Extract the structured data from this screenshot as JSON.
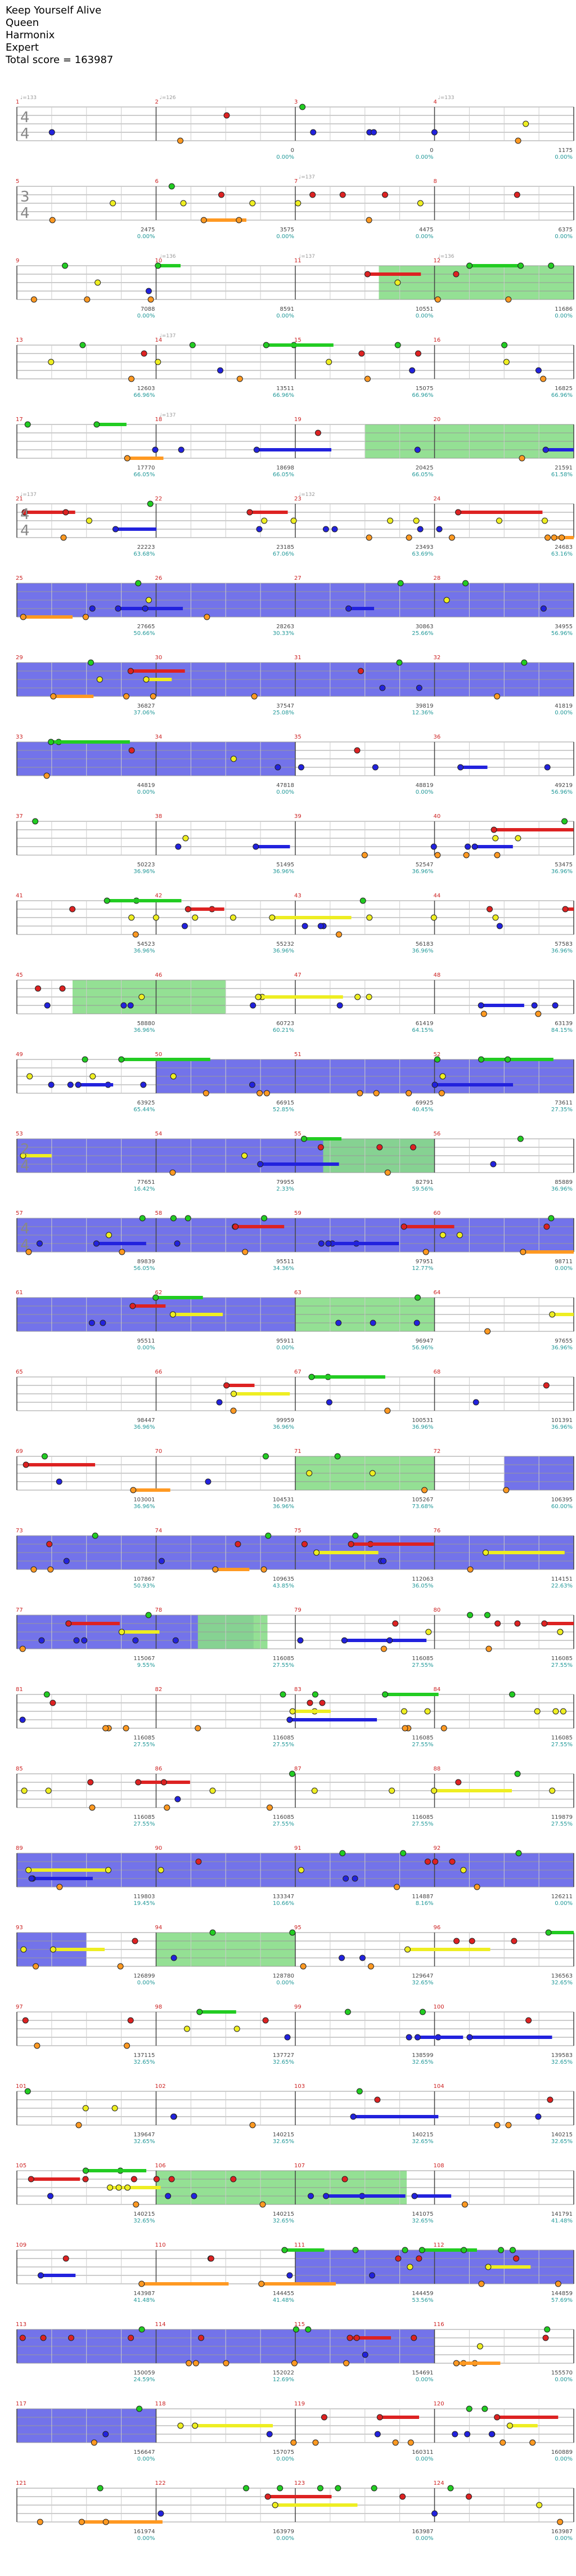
{
  "song": {
    "title": "Keep Yourself Alive",
    "artist": "Queen",
    "game": "Harmonix",
    "difficulty": "Expert",
    "total_score_line": "Total score = 163987"
  },
  "colors": {
    "green_note": "#22cc22",
    "red_note": "#dd2222",
    "yellow_note": "#eeee22",
    "blue_note": "#2222dd",
    "orange_note": "#ff9922",
    "starpower_band": "#5a5ae6",
    "solo_band": "#88dd88",
    "measure_number": "#cc2222",
    "score_text": "#444444",
    "percent_text": "#229999",
    "tempo_text": "#999999"
  },
  "rows": [
    {
      "measures": [
        1,
        2,
        3,
        4
      ],
      "tempos": [
        "♩=133",
        "♩=126",
        "",
        "♩=133"
      ],
      "scores": [
        "",
        "0",
        "0",
        "1175"
      ],
      "percents": [
        "",
        "0.00%",
        "0.00%",
        "0.00%"
      ],
      "sig": "4/4",
      "sp": [],
      "solo": []
    },
    {
      "measures": [
        5,
        6,
        7,
        8
      ],
      "tempos": [
        "",
        "",
        "♩=137",
        ""
      ],
      "scores": [
        "2475",
        "3575",
        "4475",
        "6375"
      ],
      "percents": [
        "0.00%",
        "0.00%",
        "0.00%",
        "0.00%"
      ],
      "sig": "3/4",
      "sp": [],
      "solo": []
    },
    {
      "measures": [
        9,
        10,
        11,
        12
      ],
      "tempos": [
        "",
        "♩=136",
        "♩=137",
        "♩=136"
      ],
      "scores": [
        "7088",
        "8591",
        "10551",
        "11686"
      ],
      "percents": [
        "0.00%",
        "0.00%",
        "0.00%",
        "0.00%"
      ],
      "sig": "",
      "sp": [],
      "solo": [
        [
          2.6,
          4.0
        ]
      ]
    },
    {
      "measures": [
        13,
        14,
        15,
        16
      ],
      "tempos": [
        "",
        "♩=137",
        "",
        ""
      ],
      "scores": [
        "12603",
        "13511",
        "15075",
        "16825"
      ],
      "percents": [
        "66.96%",
        "66.96%",
        "66.96%",
        "66.96%"
      ],
      "sig": "",
      "sp": [],
      "solo": []
    },
    {
      "measures": [
        17,
        18,
        19,
        20
      ],
      "tempos": [
        "",
        "♩=137",
        "",
        ""
      ],
      "scores": [
        "17770",
        "18698",
        "20425",
        "21591"
      ],
      "percents": [
        "66.05%",
        "66.05%",
        "66.05%",
        "61.58%"
      ],
      "sig": "",
      "sp": [],
      "solo": [
        [
          2.5,
          4.0
        ]
      ]
    },
    {
      "measures": [
        21,
        22,
        23,
        24
      ],
      "tempos": [
        "♩=137",
        "",
        "♩=132",
        ""
      ],
      "scores": [
        "22223",
        "23185",
        "23493",
        "24683"
      ],
      "percents": [
        "63.68%",
        "67.06%",
        "63.69%",
        "63.16%"
      ],
      "sig": "4/4",
      "sp": [],
      "solo": []
    },
    {
      "measures": [
        25,
        26,
        27,
        28
      ],
      "tempos": [
        "",
        "",
        "",
        ""
      ],
      "scores": [
        "27665",
        "28263",
        "30863",
        "34955"
      ],
      "percents": [
        "50.66%",
        "30.33%",
        "25.66%",
        "56.96%"
      ],
      "sig": "",
      "sp": [
        [
          0,
          4.0
        ]
      ],
      "solo": []
    },
    {
      "measures": [
        29,
        30,
        31,
        32
      ],
      "tempos": [
        "",
        "",
        "",
        ""
      ],
      "scores": [
        "36827",
        "37547",
        "39819",
        "41819"
      ],
      "percents": [
        "37.06%",
        "25.08%",
        "12.36%",
        "0.00%"
      ],
      "sig": "",
      "sp": [
        [
          0,
          4.0
        ]
      ],
      "solo": []
    },
    {
      "measures": [
        33,
        34,
        35,
        36
      ],
      "tempos": [
        "",
        "",
        "",
        ""
      ],
      "scores": [
        "44819",
        "47818",
        "48819",
        "49219"
      ],
      "percents": [
        "0.00%",
        "0.00%",
        "0.00%",
        "56.96%"
      ],
      "sig": "",
      "sp": [
        [
          0,
          2.0
        ]
      ],
      "solo": []
    },
    {
      "measures": [
        37,
        38,
        39,
        40
      ],
      "tempos": [
        "",
        "",
        "",
        ""
      ],
      "scores": [
        "50223",
        "51495",
        "52547",
        "53475"
      ],
      "percents": [
        "36.96%",
        "36.96%",
        "36.96%",
        "36.96%"
      ],
      "sig": "",
      "sp": [],
      "solo": []
    },
    {
      "measures": [
        41,
        42,
        43,
        44
      ],
      "tempos": [
        "",
        "",
        "",
        ""
      ],
      "scores": [
        "54523",
        "55232",
        "56183",
        "57583"
      ],
      "percents": [
        "36.96%",
        "36.96%",
        "36.96%",
        "36.96%"
      ],
      "sig": "",
      "sp": [],
      "solo": []
    },
    {
      "measures": [
        45,
        46,
        47,
        48
      ],
      "tempos": [
        "",
        "",
        "",
        ""
      ],
      "scores": [
        "58880",
        "60723",
        "61419",
        "63139"
      ],
      "percents": [
        "36.96%",
        "60.21%",
        "64.15%",
        "84.15%"
      ],
      "sig": "",
      "sp": [],
      "solo": [
        [
          0.4,
          1.5
        ]
      ]
    },
    {
      "measures": [
        49,
        50,
        51,
        52
      ],
      "tempos": [
        "",
        "",
        "",
        ""
      ],
      "scores": [
        "63925",
        "66915",
        "69925",
        "73611"
      ],
      "percents": [
        "65.44%",
        "52.85%",
        "40.45%",
        "27.35%"
      ],
      "sig": "",
      "sp": [
        [
          1.0,
          4.0
        ]
      ],
      "solo": []
    },
    {
      "measures": [
        53,
        54,
        55,
        56
      ],
      "tempos": [
        "",
        "",
        "",
        ""
      ],
      "scores": [
        "77651",
        "79955",
        "82791",
        "85889"
      ],
      "percents": [
        "16.42%",
        "2.33%",
        "59.56%",
        "36.96%"
      ],
      "sig": "2/4",
      "sp": [
        [
          0,
          3.0
        ]
      ],
      "solo": [
        [
          2.2,
          3.0
        ]
      ]
    },
    {
      "measures": [
        57,
        58,
        59,
        60
      ],
      "tempos": [
        "",
        "",
        "",
        ""
      ],
      "scores": [
        "89839",
        "95511",
        "97951",
        "98711"
      ],
      "percents": [
        "56.05%",
        "34.36%",
        "12.77%",
        "0.00%"
      ],
      "sig": "4/4",
      "sp": [
        [
          0,
          4.0
        ]
      ],
      "solo": []
    },
    {
      "measures": [
        61,
        62,
        63,
        64
      ],
      "tempos": [
        "",
        "",
        "",
        ""
      ],
      "scores": [
        "95511",
        "95911",
        "96947",
        "97655"
      ],
      "percents": [
        "0.00%",
        "0.00%",
        "56.96%",
        "36.96%"
      ],
      "sig": "",
      "sp": [
        [
          0,
          2.0
        ]
      ],
      "solo": [
        [
          2.0,
          3.0
        ]
      ]
    },
    {
      "measures": [
        65,
        66,
        67,
        68
      ],
      "tempos": [
        "",
        "",
        "",
        ""
      ],
      "scores": [
        "98447",
        "99959",
        "100531",
        "101391"
      ],
      "percents": [
        "36.96%",
        "36.96%",
        "36.96%",
        "36.96%"
      ],
      "sig": "",
      "sp": [],
      "solo": []
    },
    {
      "measures": [
        69,
        70,
        71,
        72
      ],
      "tempos": [
        "",
        "",
        "",
        ""
      ],
      "scores": [
        "103001",
        "104531",
        "105267",
        "106395"
      ],
      "percents": [
        "36.96%",
        "36.96%",
        "73.68%",
        "60.00%"
      ],
      "sig": "",
      "sp": [
        [
          3.5,
          4.0
        ]
      ],
      "solo": [
        [
          2.0,
          3.0
        ]
      ]
    },
    {
      "measures": [
        73,
        74,
        75,
        76
      ],
      "tempos": [
        "",
        "",
        "",
        ""
      ],
      "scores": [
        "107867",
        "109635",
        "112063",
        "114151"
      ],
      "percents": [
        "50.93%",
        "43.85%",
        "36.05%",
        "22.63%"
      ],
      "sig": "",
      "sp": [
        [
          0,
          4.0
        ]
      ],
      "solo": []
    },
    {
      "measures": [
        77,
        78,
        79,
        80
      ],
      "tempos": [
        "",
        "",
        "",
        ""
      ],
      "scores": [
        "115067",
        "116085",
        "116085",
        "116085"
      ],
      "percents": [
        "9.55%",
        "27.55%",
        "27.55%",
        "27.55%"
      ],
      "sig": "",
      "sp": [
        [
          0,
          1.7
        ]
      ],
      "solo": [
        [
          1.3,
          1.8
        ]
      ]
    },
    {
      "measures": [
        81,
        82,
        83,
        84
      ],
      "tempos": [
        "",
        "",
        "",
        ""
      ],
      "scores": [
        "116085",
        "116085",
        "116085",
        "116085"
      ],
      "percents": [
        "27.55%",
        "27.55%",
        "27.55%",
        "27.55%"
      ],
      "sig": "",
      "sp": [],
      "solo": []
    },
    {
      "measures": [
        85,
        86,
        87,
        88
      ],
      "tempos": [
        "",
        "",
        "",
        ""
      ],
      "scores": [
        "116085",
        "116085",
        "116085",
        "119879"
      ],
      "percents": [
        "27.55%",
        "27.55%",
        "27.55%",
        "27.55%"
      ],
      "sig": "",
      "sp": [],
      "solo": []
    },
    {
      "measures": [
        89,
        90,
        91,
        92
      ],
      "tempos": [
        "",
        "",
        "",
        ""
      ],
      "scores": [
        "119803",
        "133347",
        "114887",
        "126211"
      ],
      "percents": [
        "19.45%",
        "10.66%",
        "8.16%",
        "0.00%"
      ],
      "sig": "",
      "sp": [
        [
          0,
          4.0
        ]
      ],
      "solo": []
    },
    {
      "measures": [
        93,
        94,
        95,
        96
      ],
      "tempos": [
        "",
        "",
        "",
        ""
      ],
      "scores": [
        "126899",
        "128780",
        "129647",
        "136563"
      ],
      "percents": [
        "0.00%",
        "0.00%",
        "32.65%",
        "32.65%"
      ],
      "sig": "",
      "sp": [
        [
          0,
          0.5
        ]
      ],
      "solo": [
        [
          1.0,
          2.0
        ]
      ]
    },
    {
      "measures": [
        97,
        98,
        99,
        100
      ],
      "tempos": [
        "",
        "",
        "",
        ""
      ],
      "scores": [
        "137115",
        "137727",
        "138599",
        "139583"
      ],
      "percents": [
        "32.65%",
        "32.65%",
        "32.65%",
        "32.65%"
      ],
      "sig": "",
      "sp": [],
      "solo": []
    },
    {
      "measures": [
        101,
        102,
        103,
        104
      ],
      "tempos": [
        "",
        "",
        "",
        ""
      ],
      "scores": [
        "139647",
        "140215",
        "140215",
        "140215"
      ],
      "percents": [
        "32.65%",
        "32.65%",
        "32.65%",
        "32.65%"
      ],
      "sig": "",
      "sp": [],
      "solo": []
    },
    {
      "measures": [
        105,
        106,
        107,
        108
      ],
      "tempos": [
        "",
        "",
        "",
        ""
      ],
      "scores": [
        "140215",
        "140215",
        "141075",
        "141791"
      ],
      "percents": [
        "32.65%",
        "32.65%",
        "32.65%",
        "41.48%"
      ],
      "sig": "",
      "sp": [],
      "solo": [
        [
          1.0,
          2.8
        ]
      ]
    },
    {
      "measures": [
        109,
        110,
        111,
        112
      ],
      "tempos": [
        "",
        "",
        "",
        ""
      ],
      "scores": [
        "143987",
        "144455",
        "144459",
        "144859"
      ],
      "percents": [
        "41.48%",
        "41.48%",
        "53.56%",
        "57.69%"
      ],
      "sig": "",
      "sp": [
        [
          2.0,
          4.0
        ]
      ],
      "solo": []
    },
    {
      "measures": [
        113,
        114,
        115,
        116
      ],
      "tempos": [
        "",
        "",
        "",
        ""
      ],
      "scores": [
        "150059",
        "152022",
        "154691",
        "155570"
      ],
      "percents": [
        "24.59%",
        "12.69%",
        "0.00%",
        "0.00%"
      ],
      "sig": "",
      "sp": [
        [
          0,
          3.0
        ]
      ],
      "solo": []
    },
    {
      "measures": [
        117,
        118,
        119,
        120
      ],
      "tempos": [
        "",
        "",
        "",
        ""
      ],
      "scores": [
        "156647",
        "157075",
        "160311",
        "160889"
      ],
      "percents": [
        "0.00%",
        "0.00%",
        "0.00%",
        "0.00%"
      ],
      "sig": "",
      "sp": [
        [
          0,
          1.0
        ]
      ],
      "solo": []
    },
    {
      "measures": [
        121,
        122,
        123,
        124
      ],
      "tempos": [
        "",
        "",
        "",
        ""
      ],
      "scores": [
        "161974",
        "163979",
        "163987",
        "163987"
      ],
      "percents": [
        "0.00%",
        "0.00%",
        "0.00%",
        "0.00%"
      ],
      "sig": "",
      "sp": [],
      "solo": []
    }
  ]
}
